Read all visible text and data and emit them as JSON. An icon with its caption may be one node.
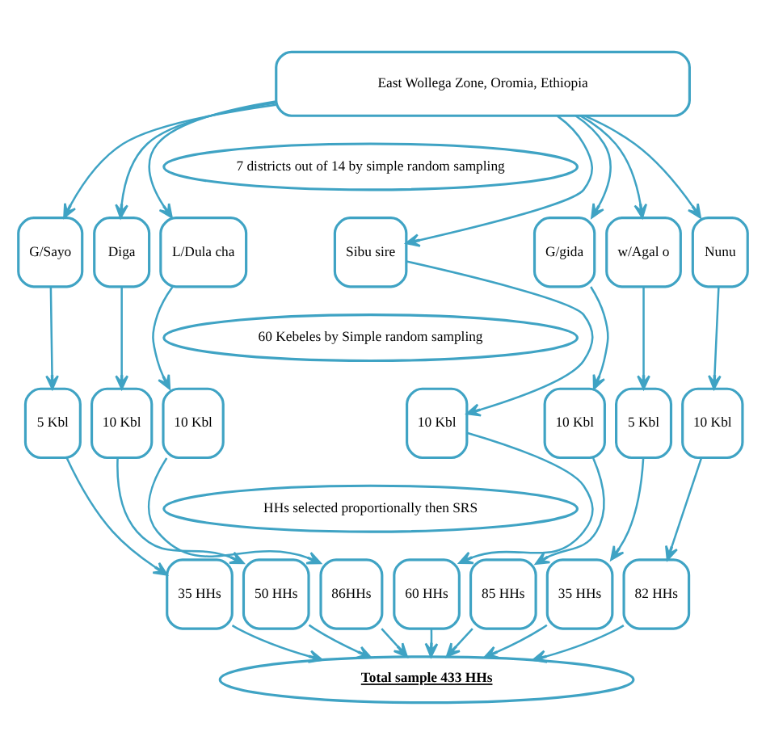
{
  "diagram": {
    "nodes": [
      {
        "text": [
          "East Wollega Zone, Oromia, Ethiopia"
        ]
      },
      {
        "text": [
          "7 districts out of 14 by simple random sampling"
        ]
      },
      {
        "text": [
          "G/Sayo"
        ]
      },
      {
        "text": [
          "Diga"
        ]
      },
      {
        "text": [
          "L/Dula cha"
        ]
      },
      {
        "text": [
          "Sibu sire"
        ]
      },
      {
        "text": [
          "G/gida"
        ]
      },
      {
        "text": [
          "w/Agal o"
        ]
      },
      {
        "text": [
          "Nunu"
        ]
      },
      {
        "text": [
          "60 Kebeles by Simple random sampling"
        ]
      },
      {
        "text": [
          "5 Kbl"
        ]
      },
      {
        "text": [
          "10 Kbl"
        ]
      },
      {
        "text": [
          "10 Kbl"
        ]
      },
      {
        "text": [
          "10 Kbl"
        ]
      },
      {
        "text": [
          "10 Kbl"
        ]
      },
      {
        "text": [
          "5 Kbl"
        ]
      },
      {
        "text": [
          "10 Kbl"
        ]
      },
      {
        "text": [
          "HHs selected proportionally then SRS"
        ]
      },
      {
        "text": [
          "35 HHs"
        ]
      },
      {
        "text": [
          "50 HHs"
        ]
      },
      {
        "text": [
          "86HHs"
        ]
      },
      {
        "text": [
          "60 HHs"
        ]
      },
      {
        "text": [
          "85 HHs"
        ]
      },
      {
        "text": [
          "35 HHs"
        ]
      },
      {
        "text": [
          "82 HHs"
        ]
      },
      {
        "text": [
          "Total sample 433 HHs"
        ]
      }
    ],
    "edges": [
      {
        "from": 0,
        "to": 2,
        "arrow": "to"
      },
      {
        "from": 0,
        "to": 3,
        "arrow": "to"
      },
      {
        "from": 0,
        "to": 4,
        "arrow": "to"
      },
      {
        "from": 0,
        "to": 5,
        "arrow": "to"
      },
      {
        "from": 0,
        "to": 6,
        "arrow": "to"
      },
      {
        "from": 0,
        "to": 7,
        "arrow": "to"
      },
      {
        "from": 0,
        "to": 8,
        "arrow": "to"
      },
      {
        "from": 2,
        "to": 10,
        "arrow": "to"
      },
      {
        "from": 3,
        "to": 11,
        "arrow": "to"
      },
      {
        "from": 4,
        "to": 12,
        "arrow": "to"
      },
      {
        "from": 5,
        "to": 13,
        "arrow": "to"
      },
      {
        "from": 6,
        "to": 14,
        "arrow": "to"
      },
      {
        "from": 7,
        "to": 15,
        "arrow": "to"
      },
      {
        "from": 8,
        "to": 16,
        "arrow": "to"
      },
      {
        "from": 10,
        "to": 18,
        "arrow": "to"
      },
      {
        "from": 11,
        "to": 19,
        "arrow": "to"
      },
      {
        "from": 12,
        "to": 20,
        "arrow": "to"
      },
      {
        "from": 13,
        "to": 21,
        "arrow": "to"
      },
      {
        "from": 14,
        "to": 22,
        "arrow": "to"
      },
      {
        "from": 15,
        "to": 23,
        "arrow": "to"
      },
      {
        "from": 16,
        "to": 24,
        "arrow": "to"
      },
      {
        "from": 18,
        "to": 25,
        "arrow": "to"
      },
      {
        "from": 19,
        "to": 25,
        "arrow": "to"
      },
      {
        "from": 20,
        "to": 25,
        "arrow": "to"
      },
      {
        "from": 21,
        "to": 25,
        "arrow": "to"
      },
      {
        "from": 22,
        "to": 25,
        "arrow": "to"
      },
      {
        "from": 23,
        "to": 25,
        "arrow": "to"
      },
      {
        "from": 24,
        "to": 25,
        "arrow": "to"
      }
    ]
  }
}
